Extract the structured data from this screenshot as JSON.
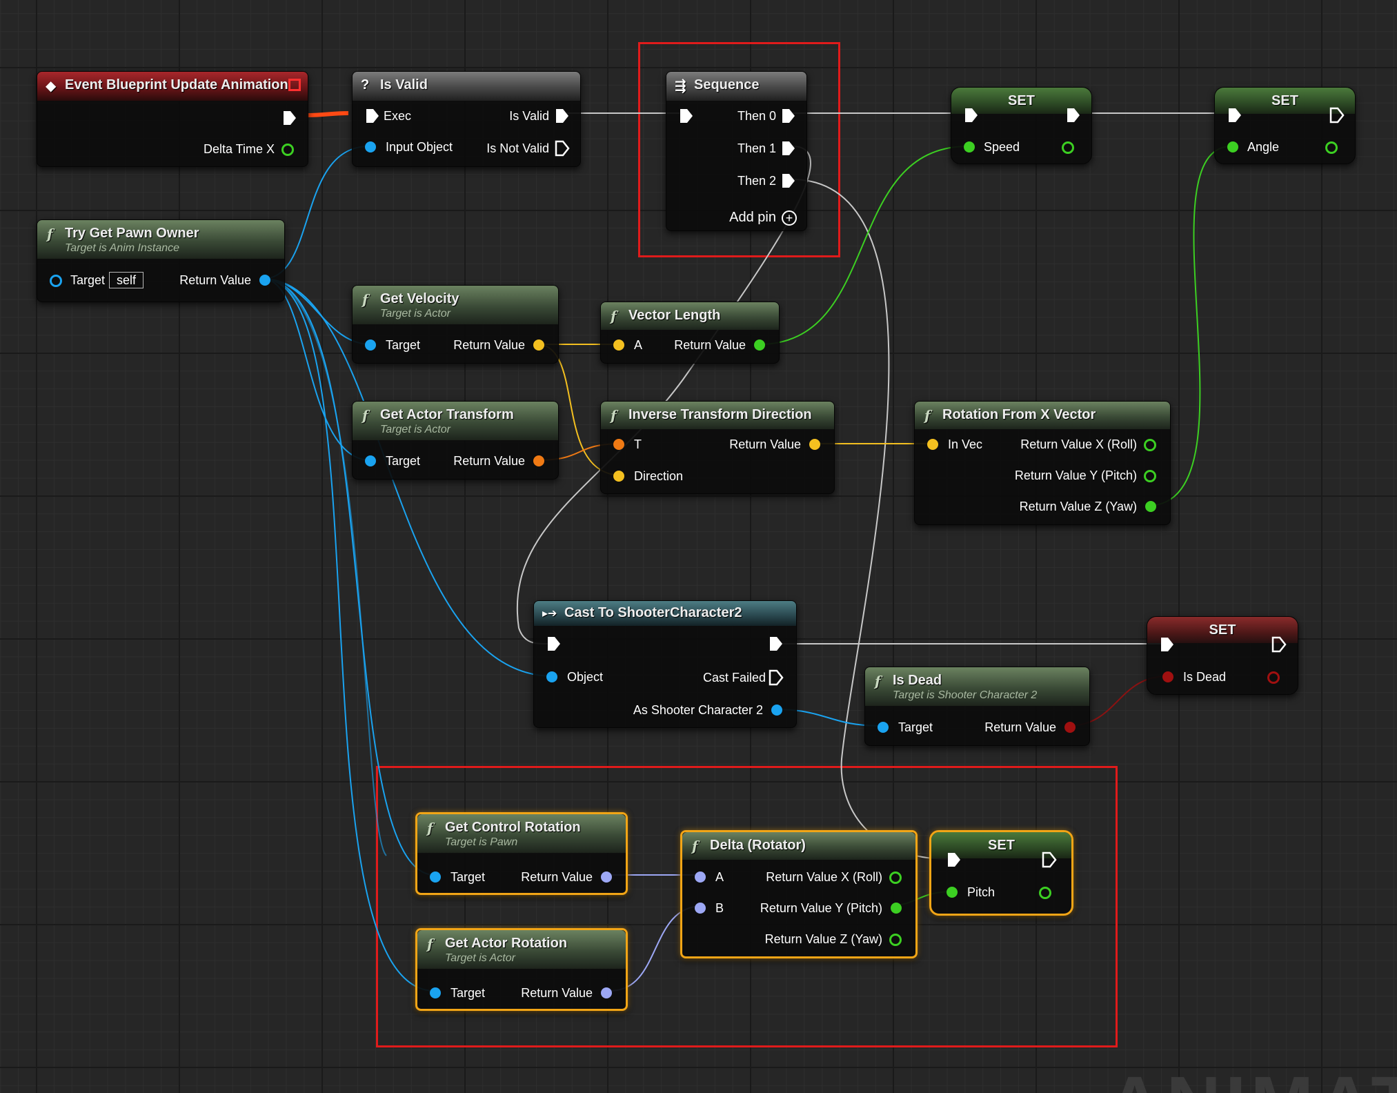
{
  "colors": {
    "exec": "#ffffff",
    "object": "#1aa3f0",
    "vector": "#f4c020",
    "transform": "#f07a14",
    "float": "#3ccf22",
    "rotator": "#9da8f5",
    "bool": "#a01010",
    "selection": "#e01b1b",
    "selected_node": "#f2a516"
  },
  "watermark": "ANIMATION",
  "nodes": {
    "event_update": {
      "title": "Event Blueprint Update Animation",
      "icon": "event-diamond-icon",
      "delta": "Delta Time X"
    },
    "is_valid": {
      "title": "Is Valid",
      "icon": "question-mark-icon",
      "exec": "Exec",
      "is_valid": "Is Valid",
      "input_object": "Input Object",
      "is_not_valid": "Is Not Valid"
    },
    "sequence": {
      "title": "Sequence",
      "icon": "sequence-icon",
      "then0": "Then 0",
      "then1": "Then 1",
      "then2": "Then 2",
      "add_pin": "Add pin"
    },
    "set_speed": {
      "title": "SET",
      "pin": "Speed"
    },
    "set_angle": {
      "title": "SET",
      "pin": "Angle"
    },
    "try_get_pawn": {
      "title": "Try Get Pawn Owner",
      "subtitle": "Target is Anim Instance",
      "target": "Target",
      "self": "self",
      "ret": "Return Value"
    },
    "get_velocity": {
      "title": "Get Velocity",
      "subtitle": "Target is Actor",
      "target": "Target",
      "ret": "Return Value"
    },
    "vector_length": {
      "title": "Vector Length",
      "a": "A",
      "ret": "Return Value"
    },
    "get_actor_transform": {
      "title": "Get Actor Transform",
      "subtitle": "Target is Actor",
      "target": "Target",
      "ret": "Return Value"
    },
    "inverse_transform": {
      "title": "Inverse Transform Direction",
      "t": "T",
      "direction": "Direction",
      "ret": "Return Value"
    },
    "rotation_from_x": {
      "title": "Rotation From X Vector",
      "in_vec": "In Vec",
      "rx": "Return Value X (Roll)",
      "ry": "Return Value Y (Pitch)",
      "rz": "Return Value Z (Yaw)"
    },
    "cast": {
      "title": "Cast To ShooterCharacter2",
      "icon": "cast-arrow-icon",
      "object": "Object",
      "cast_failed": "Cast Failed",
      "as": "As Shooter Character 2"
    },
    "is_dead": {
      "title": "Is Dead",
      "subtitle": "Target is Shooter Character 2",
      "target": "Target",
      "ret": "Return Value"
    },
    "set_isdead": {
      "title": "SET",
      "pin": "Is Dead"
    },
    "get_control_rotation": {
      "title": "Get Control Rotation",
      "subtitle": "Target is Pawn",
      "target": "Target",
      "ret": "Return Value"
    },
    "get_actor_rotation": {
      "title": "Get Actor Rotation",
      "subtitle": "Target is Actor",
      "target": "Target",
      "ret": "Return Value"
    },
    "delta_rotator": {
      "title": "Delta (Rotator)",
      "a": "A",
      "b": "B",
      "rx": "Return Value X (Roll)",
      "ry": "Return Value Y (Pitch)",
      "rz": "Return Value Z (Yaw)"
    },
    "set_pitch": {
      "title": "SET",
      "pin": "Pitch"
    }
  }
}
